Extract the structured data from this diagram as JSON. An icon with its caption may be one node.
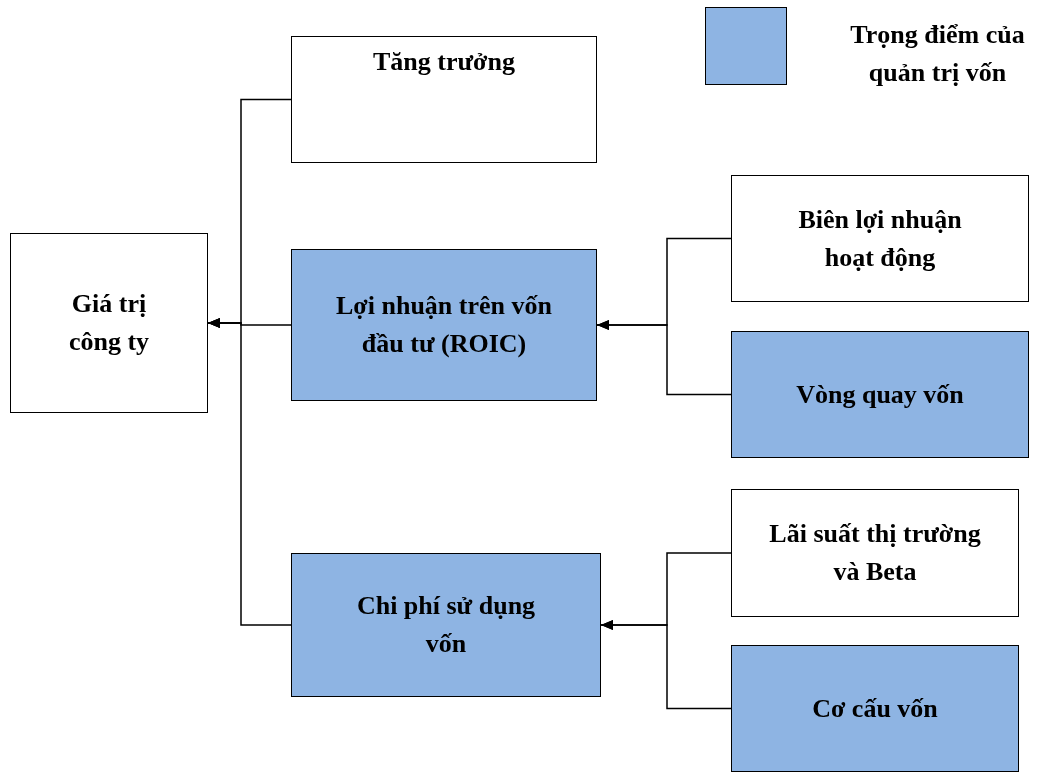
{
  "diagram": {
    "nodes": [
      {
        "text": [
          "Giá trị công ty"
        ]
      },
      {
        "text": [
          "Tăng trưởng"
        ]
      },
      {
        "text": [
          "Lợi nhuận trên vốn đầu tư (ROIC)"
        ]
      },
      {
        "text": [
          "Chi phí sử dụng vốn"
        ]
      },
      {
        "text": [
          "Biên lợi nhuận hoạt động"
        ]
      },
      {
        "text": [
          "Vòng quay vốn"
        ]
      },
      {
        "text": [
          "Lãi suất thị trường và Beta"
        ]
      },
      {
        "text": [
          "Cơ cấu vốn"
        ]
      }
    ],
    "edges": [
      {
        "from": 1,
        "to": 0,
        "arrow": "to"
      },
      {
        "from": 2,
        "to": 0,
        "arrow": "to"
      },
      {
        "from": 3,
        "to": 0,
        "arrow": "to"
      },
      {
        "from": 4,
        "to": 2,
        "arrow": "to"
      },
      {
        "from": 5,
        "to": 2,
        "arrow": "to"
      },
      {
        "from": 6,
        "to": 3,
        "arrow": "to"
      },
      {
        "from": 7,
        "to": 3,
        "arrow": "to"
      }
    ],
    "legend": [
      {
        "text": "Trọng điểm của quản trị vốn",
        "color": "#8eb4e3"
      }
    ]
  }
}
